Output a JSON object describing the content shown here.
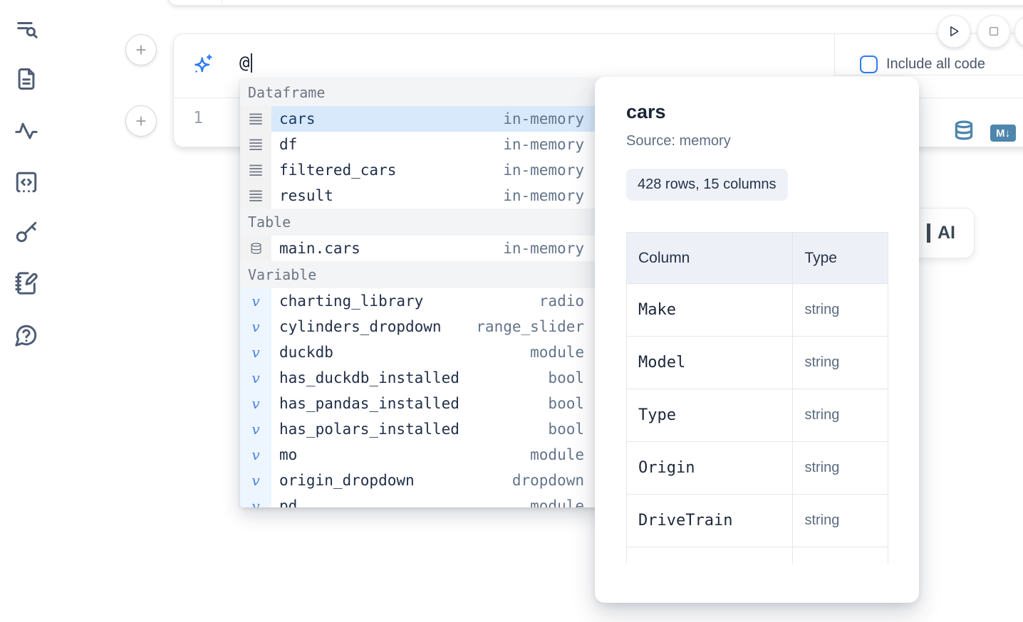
{
  "sidebar": {
    "items": [
      {
        "icon": "list-search-icon"
      },
      {
        "icon": "file-document-icon"
      },
      {
        "icon": "activity-icon"
      },
      {
        "icon": "code-snippet-icon"
      },
      {
        "icon": "key-icon"
      },
      {
        "icon": "notebook-pen-icon"
      },
      {
        "icon": "help-chat-icon"
      }
    ]
  },
  "prompt": {
    "value": "@",
    "include_all_code_label": "Include all code"
  },
  "editor": {
    "line_number": "1",
    "markdown_icon_label": "M↓"
  },
  "completion": {
    "section_dataframe": "Dataframe",
    "section_table": "Table",
    "section_variable": "Variable",
    "dataframes": [
      {
        "name": "cars",
        "type": "in-memory",
        "selected": true
      },
      {
        "name": "df",
        "type": "in-memory"
      },
      {
        "name": "filtered_cars",
        "type": "in-memory"
      },
      {
        "name": "result",
        "type": "in-memory"
      }
    ],
    "tables": [
      {
        "name": "main.cars",
        "type": "in-memory"
      }
    ],
    "variables": [
      {
        "name": "charting_library",
        "type": "radio"
      },
      {
        "name": "cylinders_dropdown",
        "type": "range_slider"
      },
      {
        "name": "duckdb",
        "type": "module"
      },
      {
        "name": "has_duckdb_installed",
        "type": "bool"
      },
      {
        "name": "has_pandas_installed",
        "type": "bool"
      },
      {
        "name": "has_polars_installed",
        "type": "bool"
      },
      {
        "name": "mo",
        "type": "module"
      },
      {
        "name": "origin_dropdown",
        "type": "dropdown"
      },
      {
        "name": "pd",
        "type": "module"
      }
    ]
  },
  "panel": {
    "title": "cars",
    "source": "Source: memory",
    "shape": "428 rows, 15 columns",
    "table": {
      "col_header": "Column",
      "type_header": "Type",
      "rows": [
        {
          "column": "Make",
          "type": "string"
        },
        {
          "column": "Model",
          "type": "string"
        },
        {
          "column": "Type",
          "type": "string"
        },
        {
          "column": "Origin",
          "type": "string"
        },
        {
          "column": "DriveTrain",
          "type": "string"
        }
      ]
    }
  },
  "ai_button": {
    "label": "AI"
  },
  "colors": {
    "accent_blue": "#2f7cf6",
    "steel_blue": "#4e86ad",
    "selected_row_bg": "#d8e9fc",
    "section_header_bg": "#f3f4f6"
  }
}
